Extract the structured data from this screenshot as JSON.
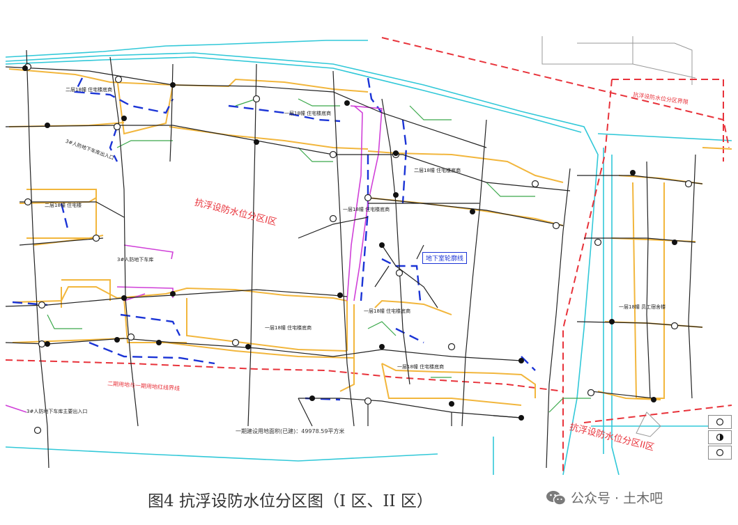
{
  "zones": {
    "zone1_label": "抗浮设防水位分区I区",
    "zone2_label": "抗浮设防水位分区II区"
  },
  "drawing_labels": {
    "redline_main": "二期用地与一期用地红线界线",
    "redline_right": "抗浮设防水位分区界限",
    "underground_callout": "地下室轮廓线",
    "land_area_note": "一期建设用地面积(已建)：49978.59平方米",
    "entrance_left": "3#人防地下车库出入口",
    "entrance_left2": "3#人防地下车库",
    "entrance_bottom": "3#人防地下车库主要出入口"
  },
  "buildings": [
    "二层18幢 住宅楼",
    "二层18幢 住宅楼底商",
    "一层18幢 住宅楼底商",
    "二层18幢 住宅楼底商",
    "一层18幢 住宅楼底商",
    "一层18幢 住宅楼底商",
    "一层18幢 住宅楼底商",
    "一层18幢 住宅楼底商",
    "一层18幢 员工宿舍楼"
  ],
  "colors": {
    "road": "#f2b63c",
    "basement": "#1b34d6",
    "redline": "#e8323a",
    "cyan": "#31c8d8",
    "magenta": "#d040d8",
    "green": "#3aa84a"
  },
  "caption": {
    "title": "图4 抗浮设防水位分区图（I 区、II 区）"
  },
  "watermark": {
    "text": "公众号 · 土木吧",
    "icon": "wechat-icon"
  },
  "legend": {
    "icons": [
      "open-circle-icon",
      "half-filled-circle-icon",
      "open-circle-icon"
    ]
  }
}
